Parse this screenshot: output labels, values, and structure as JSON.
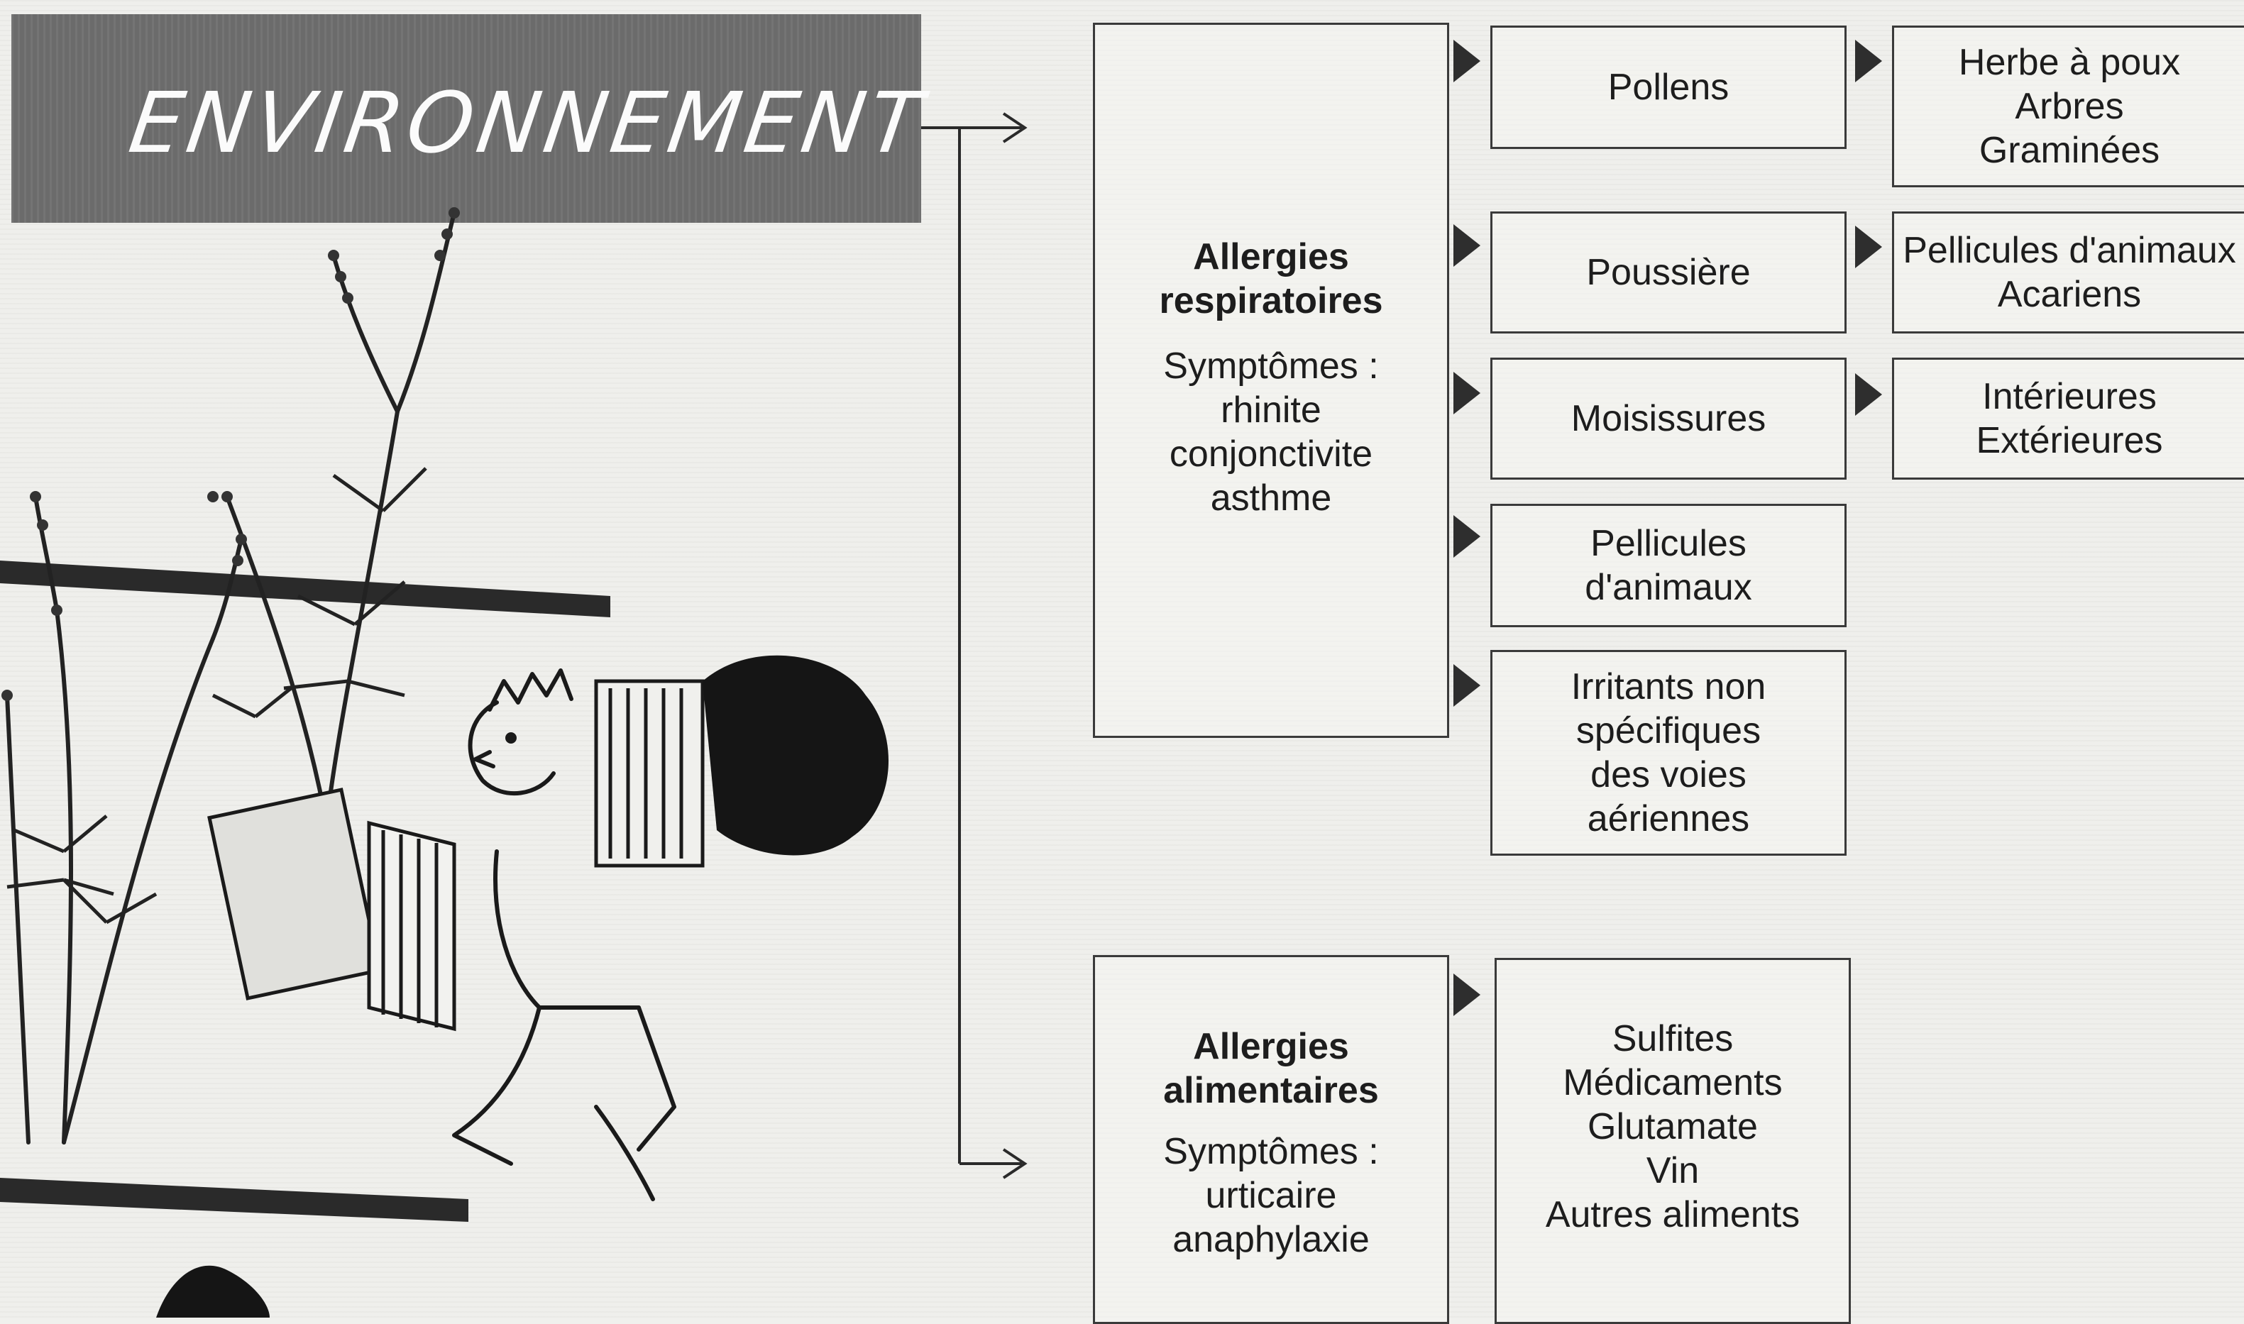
{
  "banner": {
    "title": "ENVIRONNEMENT"
  },
  "respiratory": {
    "title": [
      "Allergies",
      "respiratoires"
    ],
    "symptoms": [
      "Symptômes :",
      "rhinite",
      "conjonctivite",
      "asthme"
    ],
    "causes": [
      {
        "label": [
          "Pollens"
        ],
        "details": [
          "Herbe à poux",
          "Arbres",
          "Graminées"
        ]
      },
      {
        "label": [
          "Poussière"
        ],
        "details": [
          "Pellicules d'animaux",
          "Acariens"
        ]
      },
      {
        "label": [
          "Moisissures"
        ],
        "details": [
          "Intérieures",
          "Extérieures"
        ]
      },
      {
        "label": [
          "Pellicules",
          "d'animaux"
        ]
      },
      {
        "label": [
          "Irritants non",
          "spécifiques",
          "des voies",
          "aériennes"
        ]
      }
    ]
  },
  "food": {
    "title": [
      "Allergies",
      "alimentaires"
    ],
    "symptoms": [
      "Symptômes :",
      "urticaire",
      "anaphylaxie"
    ],
    "causes": [
      "Sulfites",
      "Médicaments",
      "Glutamate",
      "Vin",
      "Autres aliments"
    ]
  },
  "colors": {
    "banner": "#6b6b6b",
    "ink": "#1d1d1d",
    "paper": "#efefec"
  },
  "illustration": {
    "subject": "child-playing-accordion-among-ragweed-plants"
  }
}
